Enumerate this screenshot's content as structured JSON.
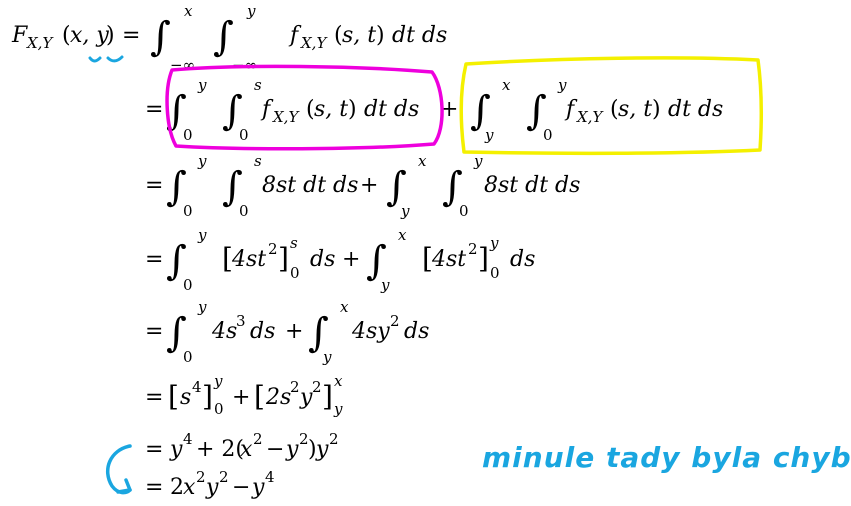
{
  "lines": [
    {
      "id": "line-1",
      "lhs_text": "F_{X,Y}(x, y) =",
      "text": "∫_{-∞}^{x} ∫_{-∞}^{y} f_{X,Y}(s,t) dt ds"
    },
    {
      "id": "line-2",
      "text": "= ∫_{0}^{y} ∫_{0}^{s} f_{X,Y}(s,t) dt ds + ∫_{y}^{x} ∫_{0}^{y} f_{X,Y}(s,t) dt ds"
    },
    {
      "id": "line-3",
      "text": "= ∫_{0}^{y} ∫_{0}^{s} 8st dt ds + ∫_{y}^{x} ∫_{0}^{y} 8st dt ds"
    },
    {
      "id": "line-4",
      "text": "= ∫_{0}^{y} [4st^2]_{0}^{s} ds + ∫_{y}^{x} [4st^2]_{0}^{y} ds"
    },
    {
      "id": "line-5",
      "text": "= ∫_{0}^{y} 4s^3 ds + ∫_{y}^{x} 4sy^2 ds"
    },
    {
      "id": "line-6",
      "text": "= [s^4]_{0}^{y} + [2s^2y^2]_{y}^{x}"
    },
    {
      "id": "line-7",
      "text": "= y^4 + 2(x^2 − y^2)y^2"
    },
    {
      "id": "line-8",
      "text": "= 2x^2y^2 − y^4"
    }
  ],
  "annotations": {
    "handwritten_note": "minule tady byla chyba",
    "magenta_color": "#ee00dd",
    "yellow_color": "#f4f000",
    "blue_color": "#1aa6e0"
  }
}
